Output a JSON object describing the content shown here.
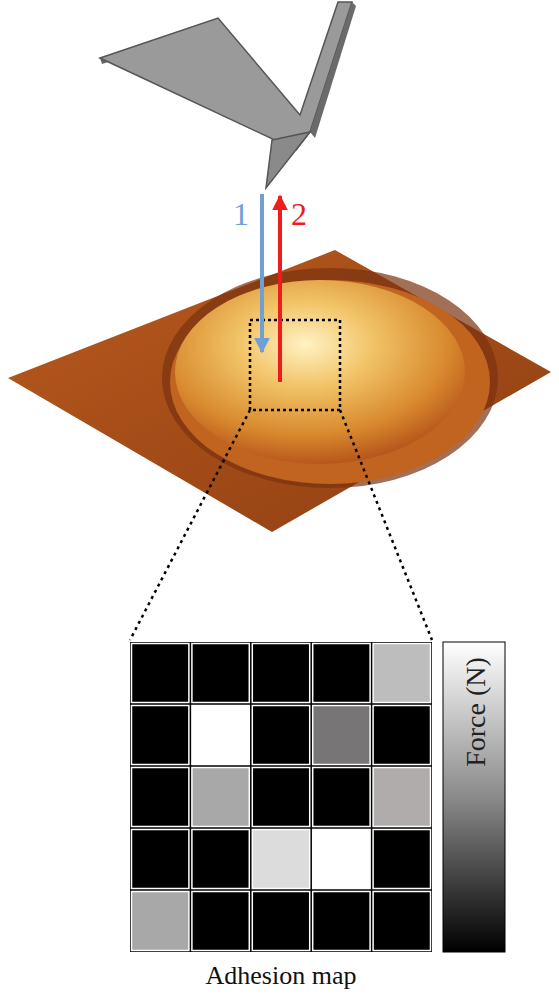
{
  "diagram": {
    "labels": [
      "1",
      "2",
      "Force (N)",
      "Adhesion map"
    ]
  }
}
